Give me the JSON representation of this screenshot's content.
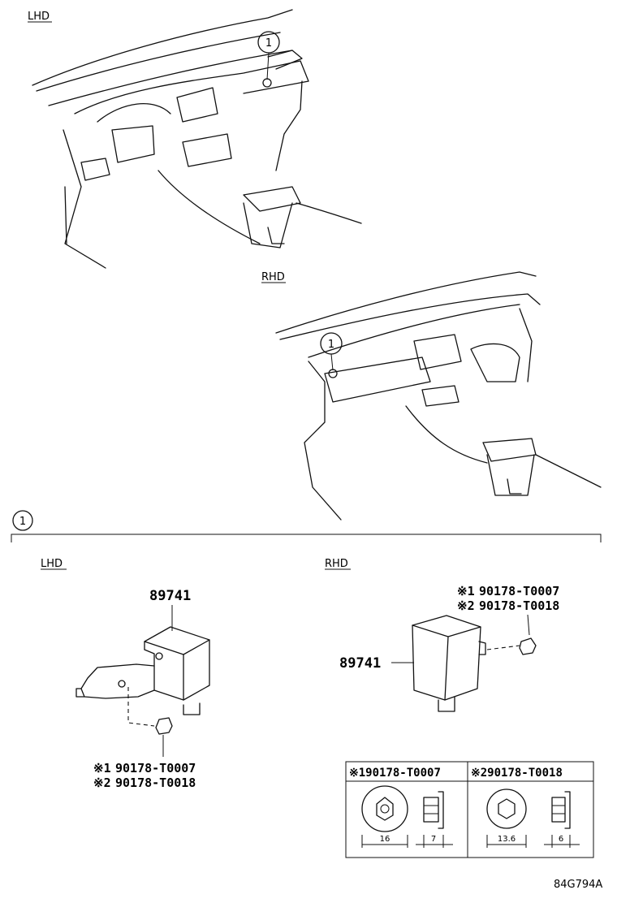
{
  "labels": {
    "lhd_top": "LHD",
    "rhd_top": "RHD",
    "lhd_detail": "LHD",
    "rhd_detail": "RHD",
    "callout": "1",
    "mark": "※"
  },
  "parts": {
    "module_lhd": "89741",
    "module_rhd": "89741",
    "nut_1_prefix": "※1",
    "nut_1": "90178-T0007",
    "nut_2_prefix": "※2",
    "nut_2": "90178-T0018"
  },
  "table": {
    "col1_header": "※190178-T0007",
    "col2_header": "※290178-T0018",
    "dims": [
      "16",
      "7",
      "13.6",
      "6"
    ]
  },
  "figure_id": "84G794A"
}
